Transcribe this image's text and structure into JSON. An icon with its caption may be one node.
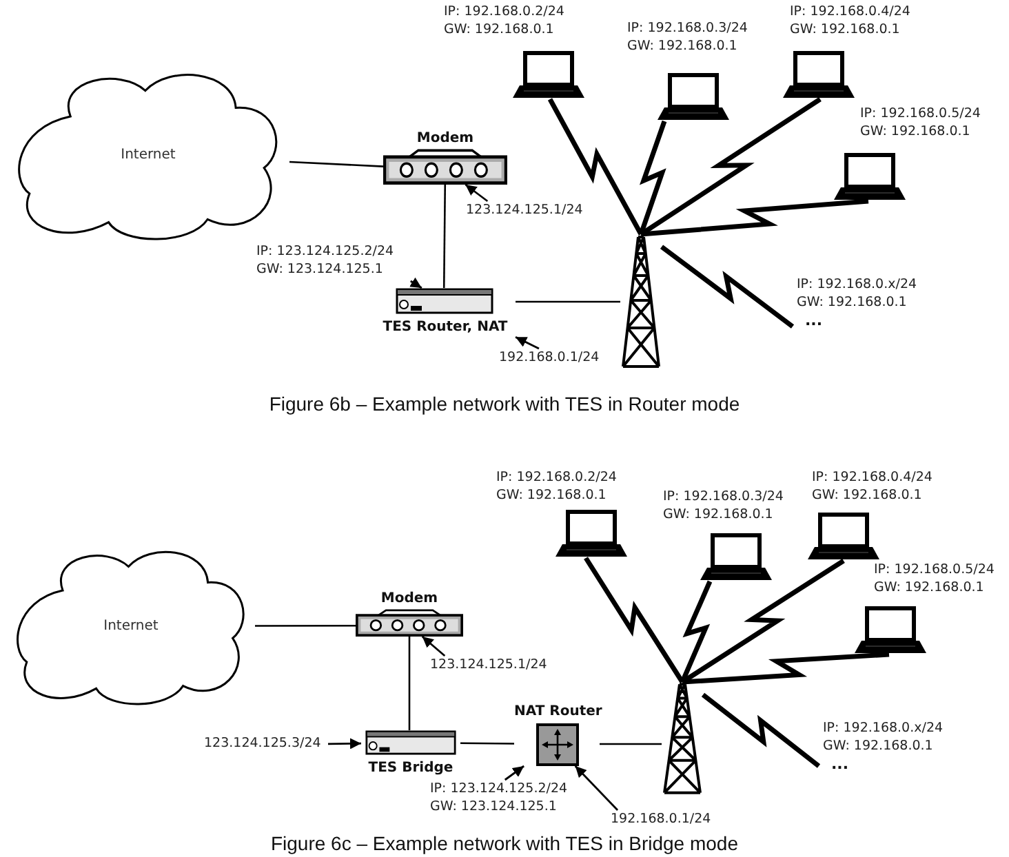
{
  "diagram": {
    "nodes": [
      {
        "text": [
          "Internet"
        ]
      },
      {
        "text": [
          "Modem"
        ]
      },
      {
        "text": [
          "TES Router, NAT"
        ]
      },
      {
        "text": [],
        "shape": "tower"
      },
      {
        "text": [
          "IP: 192.168.0.2/24",
          "GW: 192.168.0.1"
        ]
      },
      {
        "text": [
          "IP: 192.168.0.3/24",
          "GW: 192.168.0.1"
        ]
      },
      {
        "text": [
          "IP: 192.168.0.4/24",
          "GW: 192.168.0.1"
        ]
      },
      {
        "text": [
          "IP: 192.168.0.5/24",
          "GW: 192.168.0.1"
        ]
      },
      {
        "text": [
          "IP: 192.168.0.x/24",
          "GW: 192.168.0.1",
          "..."
        ]
      },
      {
        "text": [
          "123.124.125.1/24"
        ]
      },
      {
        "text": [
          "IP: 123.124.125.2/24",
          "GW: 123.124.125.1"
        ]
      },
      {
        "text": [
          "192.168.0.1/24"
        ]
      },
      {
        "text": [
          "Internet"
        ]
      },
      {
        "text": [
          "Modem"
        ]
      },
      {
        "text": [
          "TES Bridge"
        ]
      },
      {
        "text": [
          "NAT Router"
        ]
      },
      {
        "text": [],
        "shape": "tower"
      },
      {
        "text": [
          "IP: 192.168.0.2/24",
          "GW: 192.168.0.1"
        ]
      },
      {
        "text": [
          "IP: 192.168.0.3/24",
          "GW: 192.168.0.1"
        ]
      },
      {
        "text": [
          "IP: 192.168.0.4/24",
          "GW: 192.168.0.1"
        ]
      },
      {
        "text": [
          "IP: 192.168.0.5/24",
          "GW: 192.168.0.1"
        ]
      },
      {
        "text": [
          "IP: 192.168.0.x/24",
          "GW: 192.168.0.1",
          "..."
        ]
      },
      {
        "text": [
          "123.124.125.1/24"
        ]
      },
      {
        "text": [
          "123.124.125.3/24"
        ]
      },
      {
        "text": [
          "IP: 123.124.125.2/24",
          "GW: 123.124.125.1"
        ]
      },
      {
        "text": [
          "192.168.0.1/24"
        ]
      }
    ],
    "edges": [
      {
        "from": 0,
        "to": 1,
        "arrow": "none"
      },
      {
        "from": 1,
        "to": 2,
        "arrow": "none"
      },
      {
        "from": 2,
        "to": 3,
        "arrow": "none"
      },
      {
        "from": 3,
        "to": 4,
        "arrow": "none",
        "style": "thick"
      },
      {
        "from": 3,
        "to": 5,
        "arrow": "none",
        "style": "thick"
      },
      {
        "from": 3,
        "to": 6,
        "arrow": "none",
        "style": "thick"
      },
      {
        "from": 3,
        "to": 7,
        "arrow": "none",
        "style": "thick"
      },
      {
        "from": 3,
        "to": 8,
        "arrow": "none",
        "style": "thick"
      },
      {
        "from": 9,
        "to": 1,
        "arrow": "to"
      },
      {
        "from": 10,
        "to": 2,
        "arrow": "to"
      },
      {
        "from": 11,
        "to": 2,
        "arrow": "to"
      },
      {
        "from": 12,
        "to": 13,
        "arrow": "none"
      },
      {
        "from": 13,
        "to": 14,
        "arrow": "none"
      },
      {
        "from": 14,
        "to": 15,
        "arrow": "none"
      },
      {
        "from": 15,
        "to": 16,
        "arrow": "none"
      },
      {
        "from": 16,
        "to": 17,
        "arrow": "none",
        "style": "thick"
      },
      {
        "from": 16,
        "to": 18,
        "arrow": "none",
        "style": "thick"
      },
      {
        "from": 16,
        "to": 19,
        "arrow": "none",
        "style": "thick"
      },
      {
        "from": 16,
        "to": 20,
        "arrow": "none",
        "style": "thick"
      },
      {
        "from": 16,
        "to": 21,
        "arrow": "none",
        "style": "thick"
      },
      {
        "from": 22,
        "to": 13,
        "arrow": "to"
      },
      {
        "from": 23,
        "to": 14,
        "arrow": "to"
      },
      {
        "from": 24,
        "to": 15,
        "arrow": "to"
      },
      {
        "from": 25,
        "to": 15,
        "arrow": "to"
      }
    ],
    "labels": [
      "Figure 6b – Example network with TES in Router mode",
      "Figure 6c – Example network with TES in Bridge mode"
    ]
  }
}
